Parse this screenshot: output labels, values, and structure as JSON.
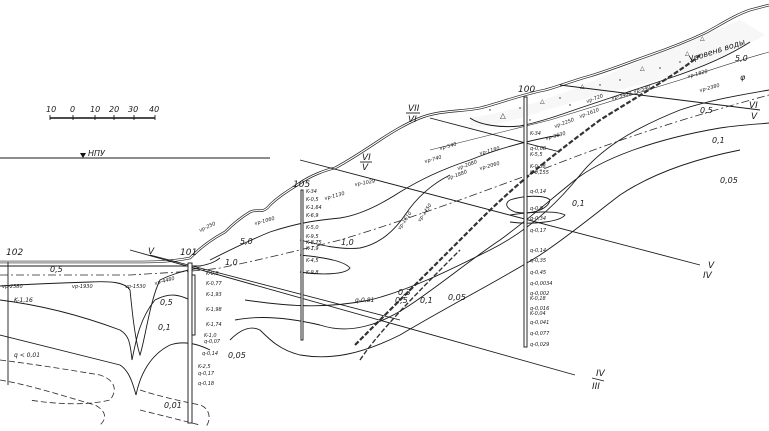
{
  "scale_bar": {
    "ticks": [
      "10",
      "0",
      "10",
      "20",
      "30",
      "40"
    ]
  },
  "water_level": {
    "label": "НПУ"
  },
  "water_level_label_upper": "Уровень воды",
  "wells": [
    {
      "id": "102"
    },
    {
      "id": "101"
    },
    {
      "id": "105"
    },
    {
      "id": "100"
    }
  ],
  "section_marks": [
    {
      "top": "V",
      "bottom": ""
    },
    {
      "top": "VI",
      "bottom": "V"
    },
    {
      "top": "VII",
      "bottom": "VI"
    },
    {
      "top": "VI",
      "bottom": "V",
      "pos": "right-top"
    },
    {
      "top": "V",
      "bottom": "IV"
    },
    {
      "top": "IV",
      "bottom": "III"
    }
  ],
  "contour_labels": {
    "c50_left": "5,0",
    "c50_right": "5,0",
    "c10": "1,0",
    "c10_b": "1,0",
    "c05_left": "0,5",
    "c05_mid": "0,5",
    "c05_fault": "0,5",
    "c05_right": "0,5",
    "c01_left": "0,1",
    "c01_fault": "0,1",
    "c01_right": "0,1",
    "c01_loop": "0,1",
    "c005_low": "0,05",
    "c005_fault": "0,05",
    "c005_right": "0,05",
    "c001": "0,01",
    "c03": "0,3",
    "phi": "φ"
  },
  "well_105_values": [
    "K-34",
    "K-0,5",
    "K-1,64",
    "K-6,9",
    "K-5,0",
    "K-9,5",
    "K-8,75",
    "K-1,9",
    "K-4,5",
    "K-9,8"
  ],
  "well_100_values": [
    "K-34",
    "q-0,08",
    "K-5,5",
    "K-0,58",
    "K-0,155",
    "q-0,14",
    "q-0,9",
    "q-0,34",
    "q-0,17",
    "q-0,14",
    "q-0,35",
    "q-0,45",
    "q-0,0034",
    "q-0,002",
    "K-0,18",
    "q-0,016",
    "K-0,04",
    "q-0,041",
    "q-0,077",
    "q-0,029"
  ],
  "well_101_values": [
    "K-0,8",
    "K-0,77",
    "K-1,93",
    "K-1,98",
    "K-1,74",
    "K-1,0",
    "q-0,07",
    "q-0,14",
    "K-2,5",
    "q-0,17",
    "q-0,18"
  ],
  "misc_labels": {
    "k116": "K-1,16",
    "q001": "q < 0,01",
    "q081": "q-0,81",
    "vp2380": "vp-2380",
    "vp1930": "vp-1930",
    "vp1530": "vp-1530",
    "vp4480": "vp-4480",
    "vp1130": "vp-1130",
    "vp1029": "vp-1029",
    "vp1610": "vp-1610",
    "vp1450": "vp-1450",
    "vp740": "vp-740",
    "vp540": "vp-540",
    "vp1180": "vp-1180",
    "vp1880": "vp-1880",
    "vp2080": "vp-2080",
    "vp2060": "vp-2060",
    "vp2250": "vp-2250",
    "vp3630": "vp-3630",
    "vp720": "vp-720",
    "vp1610b": "vp-1610",
    "vp1820": "vp-1820",
    "vp2380b": "vp-2380",
    "vp540b": "vp-540",
    "vp3400": "vp-3400",
    "vp250": "vp-250",
    "vp1060": "vp-1060"
  },
  "colors": {
    "ink": "#1a1a1a",
    "paper": "#ffffff"
  }
}
